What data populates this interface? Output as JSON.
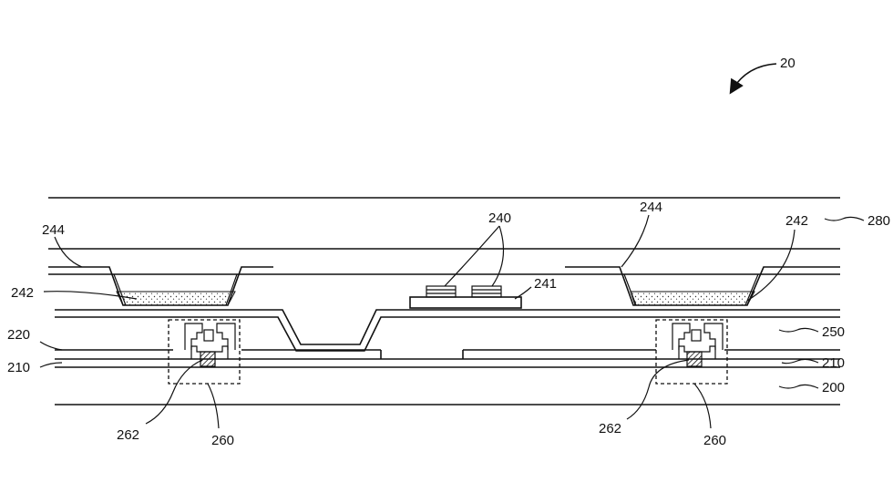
{
  "figure": {
    "ref_number": "20",
    "labels": {
      "l280": "280",
      "l244_left": "244",
      "l244_right": "244",
      "l240": "240",
      "l241": "241",
      "l242_left": "242",
      "l242_right": "242",
      "l250": "250",
      "l220": "220",
      "l210_left": "210",
      "l210_right": "210",
      "l200": "200",
      "l262_left": "262",
      "l262_right": "262",
      "l260_left": "260",
      "l260_right": "260"
    }
  }
}
